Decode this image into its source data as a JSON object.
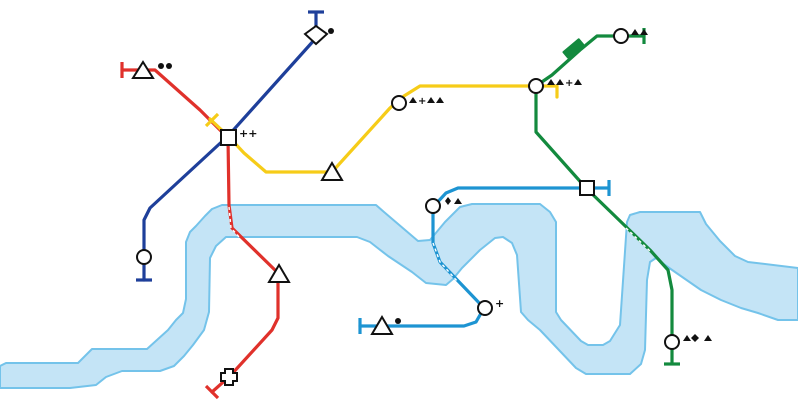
{
  "colors": {
    "background": "#ffffff",
    "river_fill": "#c4e4f6",
    "river_edge": "#74c3ea",
    "red_line": "#e0312b",
    "blue_line": "#1e3f9a",
    "yellow_line": "#f6cc18",
    "green_line": "#138a3e",
    "cyan_line": "#1d94d2",
    "station_stroke": "#111111",
    "station_fill": "#ffffff"
  },
  "lines": [
    {
      "id": "red",
      "color": "#e0312b"
    },
    {
      "id": "blue",
      "color": "#1e3f9a"
    },
    {
      "id": "yellow",
      "color": "#f6cc18"
    },
    {
      "id": "green",
      "color": "#138a3e"
    },
    {
      "id": "cyan",
      "color": "#1d94d2"
    }
  ],
  "stations": [
    {
      "id": "s1",
      "shape": "diamond-quarter",
      "passengers": [
        "circle"
      ]
    },
    {
      "id": "s2",
      "shape": "triangle",
      "passengers": [
        "circle",
        "circle"
      ]
    },
    {
      "id": "s3",
      "shape": "square",
      "passengers": [
        "cross",
        "cross"
      ]
    },
    {
      "id": "s4",
      "shape": "circle",
      "passengers": []
    },
    {
      "id": "s5",
      "shape": "triangle",
      "passengers": []
    },
    {
      "id": "s6",
      "shape": "cross",
      "passengers": []
    },
    {
      "id": "s7",
      "shape": "triangle",
      "passengers": []
    },
    {
      "id": "s8",
      "shape": "circle",
      "passengers": [
        "triangle",
        "cross",
        "triangle",
        "triangle"
      ]
    },
    {
      "id": "s9",
      "shape": "circle",
      "passengers": [
        "triangle",
        "triangle",
        "cross",
        "triangle"
      ]
    },
    {
      "id": "s10",
      "shape": "circle",
      "passengers": [
        "triangle",
        "triangle"
      ]
    },
    {
      "id": "s11",
      "shape": "square",
      "passengers": []
    },
    {
      "id": "s12",
      "shape": "circle",
      "passengers": [
        "diamond",
        "triangle"
      ]
    },
    {
      "id": "s13",
      "shape": "circle",
      "passengers": [
        "cross"
      ]
    },
    {
      "id": "s14",
      "shape": "triangle",
      "passengers": [
        "circle"
      ]
    },
    {
      "id": "s15",
      "shape": "circle",
      "passengers": [
        "triangle",
        "diamond",
        "triangle"
      ]
    }
  ]
}
